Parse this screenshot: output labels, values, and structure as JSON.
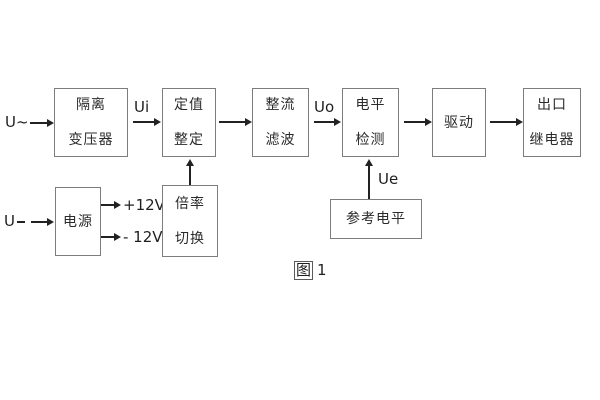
{
  "diagram": {
    "title_caption": {
      "fig": "图",
      "num": "1"
    },
    "inputs": {
      "ac_label": "U~",
      "dc_label": "U"
    },
    "signal_labels": {
      "ui": "Ui",
      "uo": "Uo",
      "ue": "Ue",
      "plus12v": "+12V",
      "minus12v": "- 12V"
    },
    "blocks": {
      "isolation_transformer": {
        "line1": "隔离",
        "line2": "变压器"
      },
      "setting_adjust": {
        "line1": "定值",
        "line2": "整定"
      },
      "rectifier_filter": {
        "line1": "整流",
        "line2": "滤波"
      },
      "level_detect": {
        "line1": "电平",
        "line2": "检测"
      },
      "drive": {
        "label": "驱动"
      },
      "output_relay": {
        "line1": "出口",
        "line2": "继电器"
      },
      "power_supply": {
        "label": "电源"
      },
      "ratio_switch": {
        "line1": "倍率",
        "line2": "切换"
      },
      "reference_level": {
        "label": "参考电平"
      }
    },
    "colors": {
      "background": "#ffffff",
      "box_border": "#7d7d7d",
      "text": "#2b2b2b",
      "arrow": "#222222"
    }
  }
}
